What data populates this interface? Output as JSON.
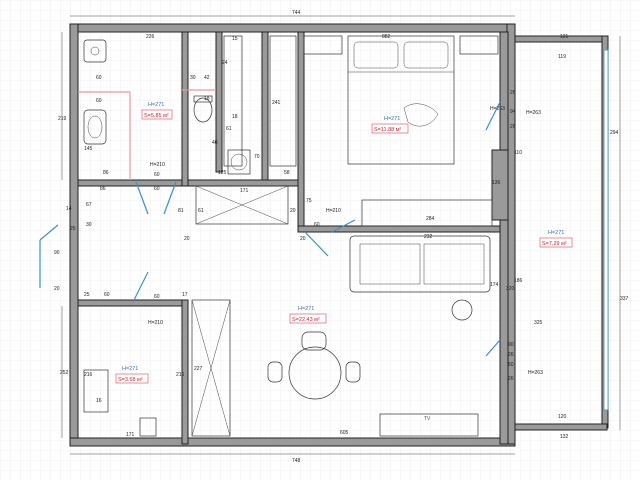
{
  "dimensions": {
    "top_total": "744",
    "bottom_total": "748",
    "bath_width": "226",
    "bedroom_width": "882",
    "balcony_top": "121",
    "balcony_top2": "119",
    "bath_left_height": "219",
    "bath_inner_60a": "60",
    "bath_inner_60b": "60",
    "bath_inner_42": "42",
    "bath_inner_18": "18",
    "bath_inner_30": "30",
    "bath_inner_145": "145",
    "bath_inner_70": "70",
    "bath_inner_86": "86",
    "bath_inner_125": "125",
    "bath_inner_15a": "15",
    "bath_inner_24": "24",
    "bath_inner_18b": "18",
    "bath_inner_61": "61",
    "bath_inner_40": "40",
    "wardrobe_241": "241",
    "wardrobe_58": "58",
    "wardrobe_136": "136",
    "bedroom_284": "284",
    "balcony_294": "294",
    "balcony_110": "110",
    "balcony_26a": "26",
    "balcony_94": "94",
    "balcony_26b": "26",
    "door_h210_top": "H=210",
    "hall_60a": "60",
    "hall_60b": "60",
    "hall_171": "171",
    "hall_86": "86",
    "hall_67": "67",
    "hall_14": "14",
    "hall_30": "30",
    "hall_81": "81",
    "hall_61": "61",
    "hall_75": "75",
    "hall_20a": "20",
    "hall_20b": "20",
    "hall_20c": "20",
    "hall_60c": "60",
    "hall_h210": "H=210",
    "living_232": "232",
    "living_174": "174",
    "living_320": "320",
    "living_186": "186",
    "entry_90": "90",
    "entry_25": "25",
    "entry_20": "20",
    "hall_25": "25",
    "hall_60d": "60",
    "hall_60e": "60",
    "hall_17": "17",
    "hall_h210b": "H=210",
    "storage_252": "252",
    "storage_216": "216",
    "storage_171": "171",
    "storage_216b": "216",
    "storage_16": "16",
    "living_227": "227",
    "living_605": "605",
    "balcony_337": "337",
    "balcony_325": "325",
    "balcony_120": "120",
    "balcony_132": "132",
    "balcony_90": "90",
    "balcony_26c": "26",
    "balcony_50": "50",
    "balcony_26d": "26",
    "balcony_h263a": "H=263",
    "balcony_h263b": "H=263",
    "bedroom_h263": "H=263"
  },
  "rooms": [
    {
      "height": "H=271",
      "area": "S=5.85 м²"
    },
    {
      "height": "H=271",
      "area": "S=11.88 м²"
    },
    {
      "height": "H=271",
      "area": "S=7.29 м²"
    },
    {
      "height": "H=271",
      "area": "S=22.43 м²"
    },
    {
      "height": "H=271",
      "area": "S=3.68 м²"
    }
  ],
  "tv_label": "TV",
  "colors": {
    "wall": "#9a9a9a",
    "height_label": "#3a6fb5",
    "area_label": "#cc2233",
    "door_window": "#3a8fd0",
    "grid": "#e3e3e3"
  }
}
